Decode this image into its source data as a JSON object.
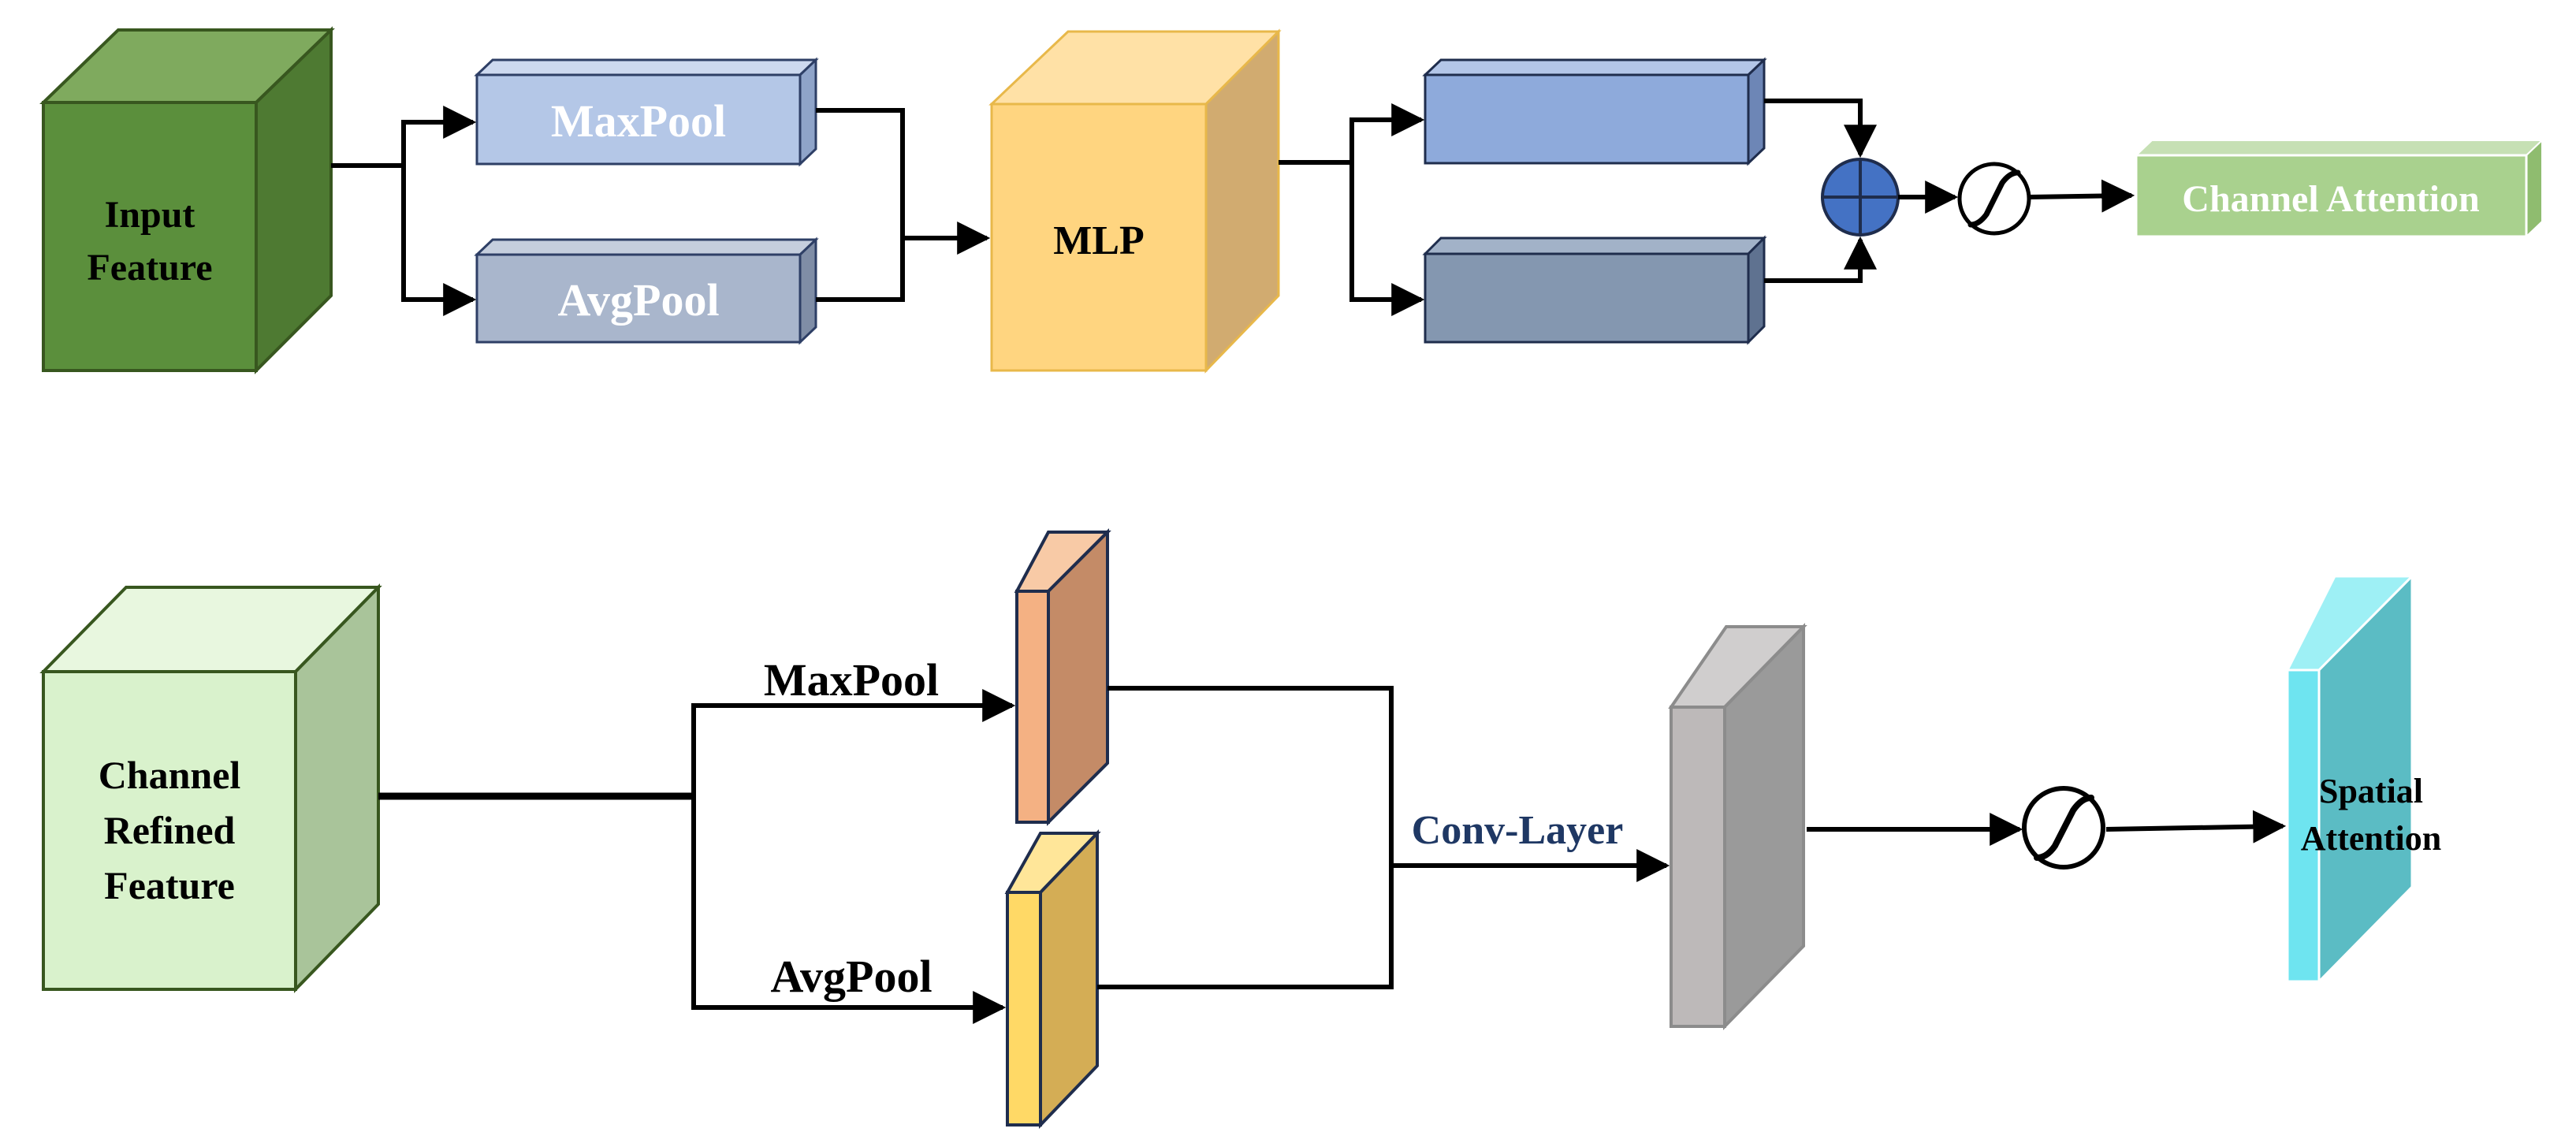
{
  "channel": {
    "input_label": [
      "Input",
      "Feature"
    ],
    "maxpool_label": "MaxPool",
    "avgpool_label": "AvgPool",
    "mlp_label": "MLP",
    "plus_icon": "circle-plus-icon",
    "sigmoid_icon": "sigmoid-icon",
    "output_label": "Channel Attention",
    "colors": {
      "input": "#5b8f3c",
      "maxpool": "#b4c7e7",
      "avgpool": "#a9b6cc",
      "mlp": "#ffd580",
      "fc_top": "#8eaadb",
      "fc_bottom": "#8497b0",
      "plus": "#4472c4",
      "output": "#a9d18e"
    }
  },
  "spatial": {
    "input_label": [
      "Channel",
      "Refined",
      "Feature"
    ],
    "maxpool_label": "MaxPool",
    "avgpool_label": "AvgPool",
    "conv_label": "Conv-Layer",
    "sigmoid_icon": "sigmoid-icon",
    "output_label": [
      "Spatial",
      "Attention"
    ],
    "colors": {
      "input": "#d9f2cc",
      "maxpool_map": "#f4b183",
      "avgpool_map": "#ffd966",
      "conv": "#bfbfbf",
      "output": "#62d4dc",
      "conv_text": "#1f3864"
    }
  }
}
